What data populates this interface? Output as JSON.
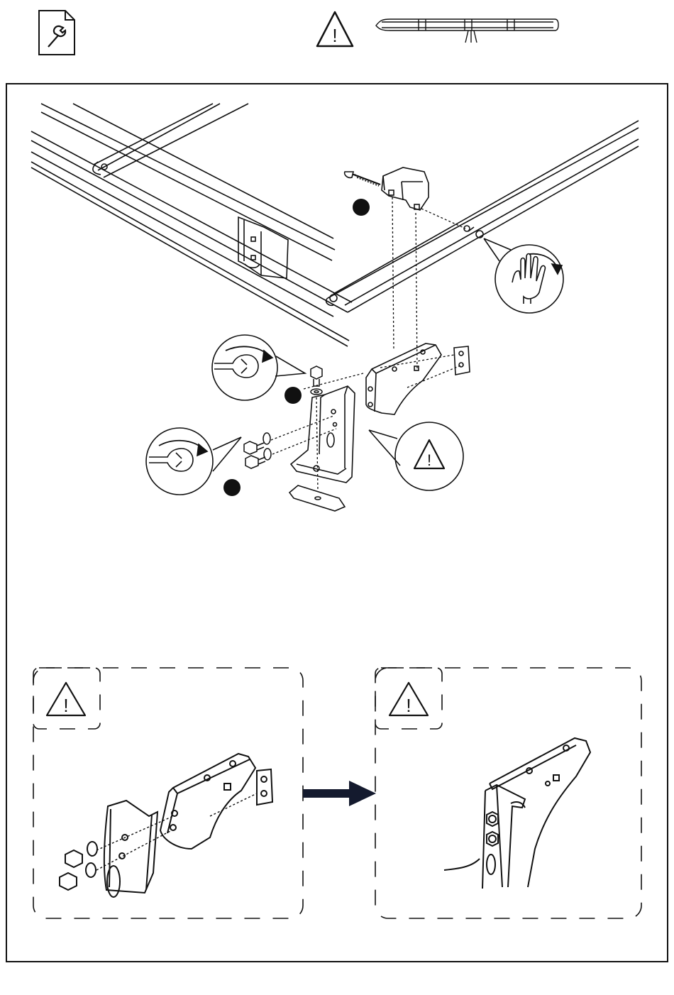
{
  "header": {
    "icons": [
      "tool-document-icon",
      "warning-triangle-icon",
      "frame-rail-icon"
    ],
    "warning_symbol": "!"
  },
  "main_panel": {
    "step_markers": [
      "filled-dot-marker",
      "filled-dot-marker",
      "filled-dot-marker"
    ],
    "callouts": [
      "hand-tighten-icon",
      "wrench-tighten-icon",
      "wrench-tighten-icon",
      "warning-triangle-icon"
    ],
    "warning_symbol": "!"
  },
  "detail_panels": [
    {
      "name": "bracket-exploded-detail",
      "warning_symbol": "!"
    },
    {
      "name": "bracket-assembled-detail",
      "warning_symbol": "!"
    }
  ],
  "colors": {
    "line": "#111111",
    "arrow": "#141a2e",
    "background": "#ffffff"
  }
}
